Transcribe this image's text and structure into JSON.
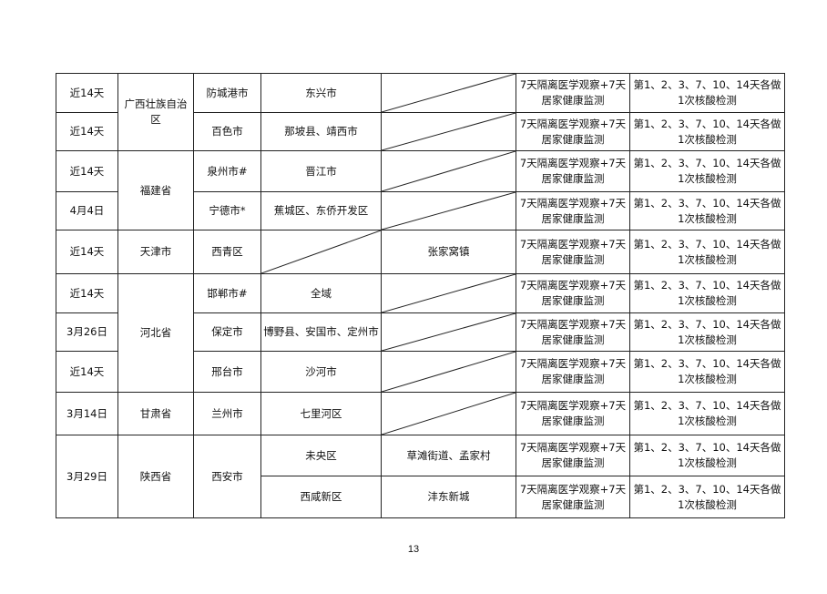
{
  "rows": [
    {
      "time": "近14天",
      "province": "广西壮族自治区",
      "city": "防城港市",
      "county": "东兴市",
      "town": "",
      "measure": "7天隔离医学观察+7天居家健康监测",
      "test": "第1、2、3、7、10、14天各做1次核酸检测"
    },
    {
      "time": "近14天",
      "city": "百色市",
      "county": "那坡县、靖西市",
      "town": "",
      "measure": "7天隔离医学观察+7天居家健康监测",
      "test": "第1、2、3、7、10、14天各做1次核酸检测"
    },
    {
      "time": "近14天",
      "province": "福建省",
      "city": "泉州市#",
      "county": "晋江市",
      "town": "",
      "measure": "7天隔离医学观察+7天居家健康监测",
      "test": "第1、2、3、7、10、14天各做1次核酸检测"
    },
    {
      "time": "4月4日",
      "city": "宁德市*",
      "county": "蕉城区、东侨开发区",
      "town": "",
      "measure": "7天隔离医学观察+7天居家健康监测",
      "test": "第1、2、3、7、10、14天各做1次核酸检测"
    },
    {
      "time": "近14天",
      "province": "天津市",
      "city": "西青区",
      "county": "",
      "town": "张家窝镇",
      "measure": "7天隔离医学观察+7天居家健康监测",
      "test": "第1、2、3、7、10、14天各做1次核酸检测"
    },
    {
      "time": "近14天",
      "province": "河北省",
      "city": "邯郸市#",
      "county": "全域",
      "town": "",
      "measure": "7天隔离医学观察+7天居家健康监测",
      "test": "第1、2、3、7、10、14天各做1次核酸检测"
    },
    {
      "time": "3月26日",
      "city": "保定市",
      "county": "博野县、安国市、定州市",
      "town": "",
      "measure": "7天隔离医学观察+7天居家健康监测",
      "test": "第1、2、3、7、10、14天各做1次核酸检测"
    },
    {
      "time": "近14天",
      "city": "邢台市",
      "county": "沙河市",
      "town": "",
      "measure": "7天隔离医学观察+7天居家健康监测",
      "test": "第1、2、3、7、10、14天各做1次核酸检测"
    },
    {
      "time": "3月14日",
      "province": "甘肃省",
      "city": "兰州市",
      "county": "七里河区",
      "town": "",
      "measure": "7天隔离医学观察+7天居家健康监测",
      "test": "第1、2、3、7、10、14天各做1次核酸检测"
    },
    {
      "time": "3月29日",
      "province": "陕西省",
      "city": "西安市",
      "county": "未央区",
      "town": "草滩街道、孟家村",
      "measure": "7天隔离医学观察+7天居家健康监测",
      "test": "第1、2、3、7、10、14天各做1次核酸检测"
    },
    {
      "county": "西咸新区",
      "town": "沣东新城",
      "measure": "7天隔离医学观察+7天居家健康监测",
      "test": "第1、2、3、7、10、14天各做1次核酸检测"
    }
  ],
  "page_number": "13"
}
